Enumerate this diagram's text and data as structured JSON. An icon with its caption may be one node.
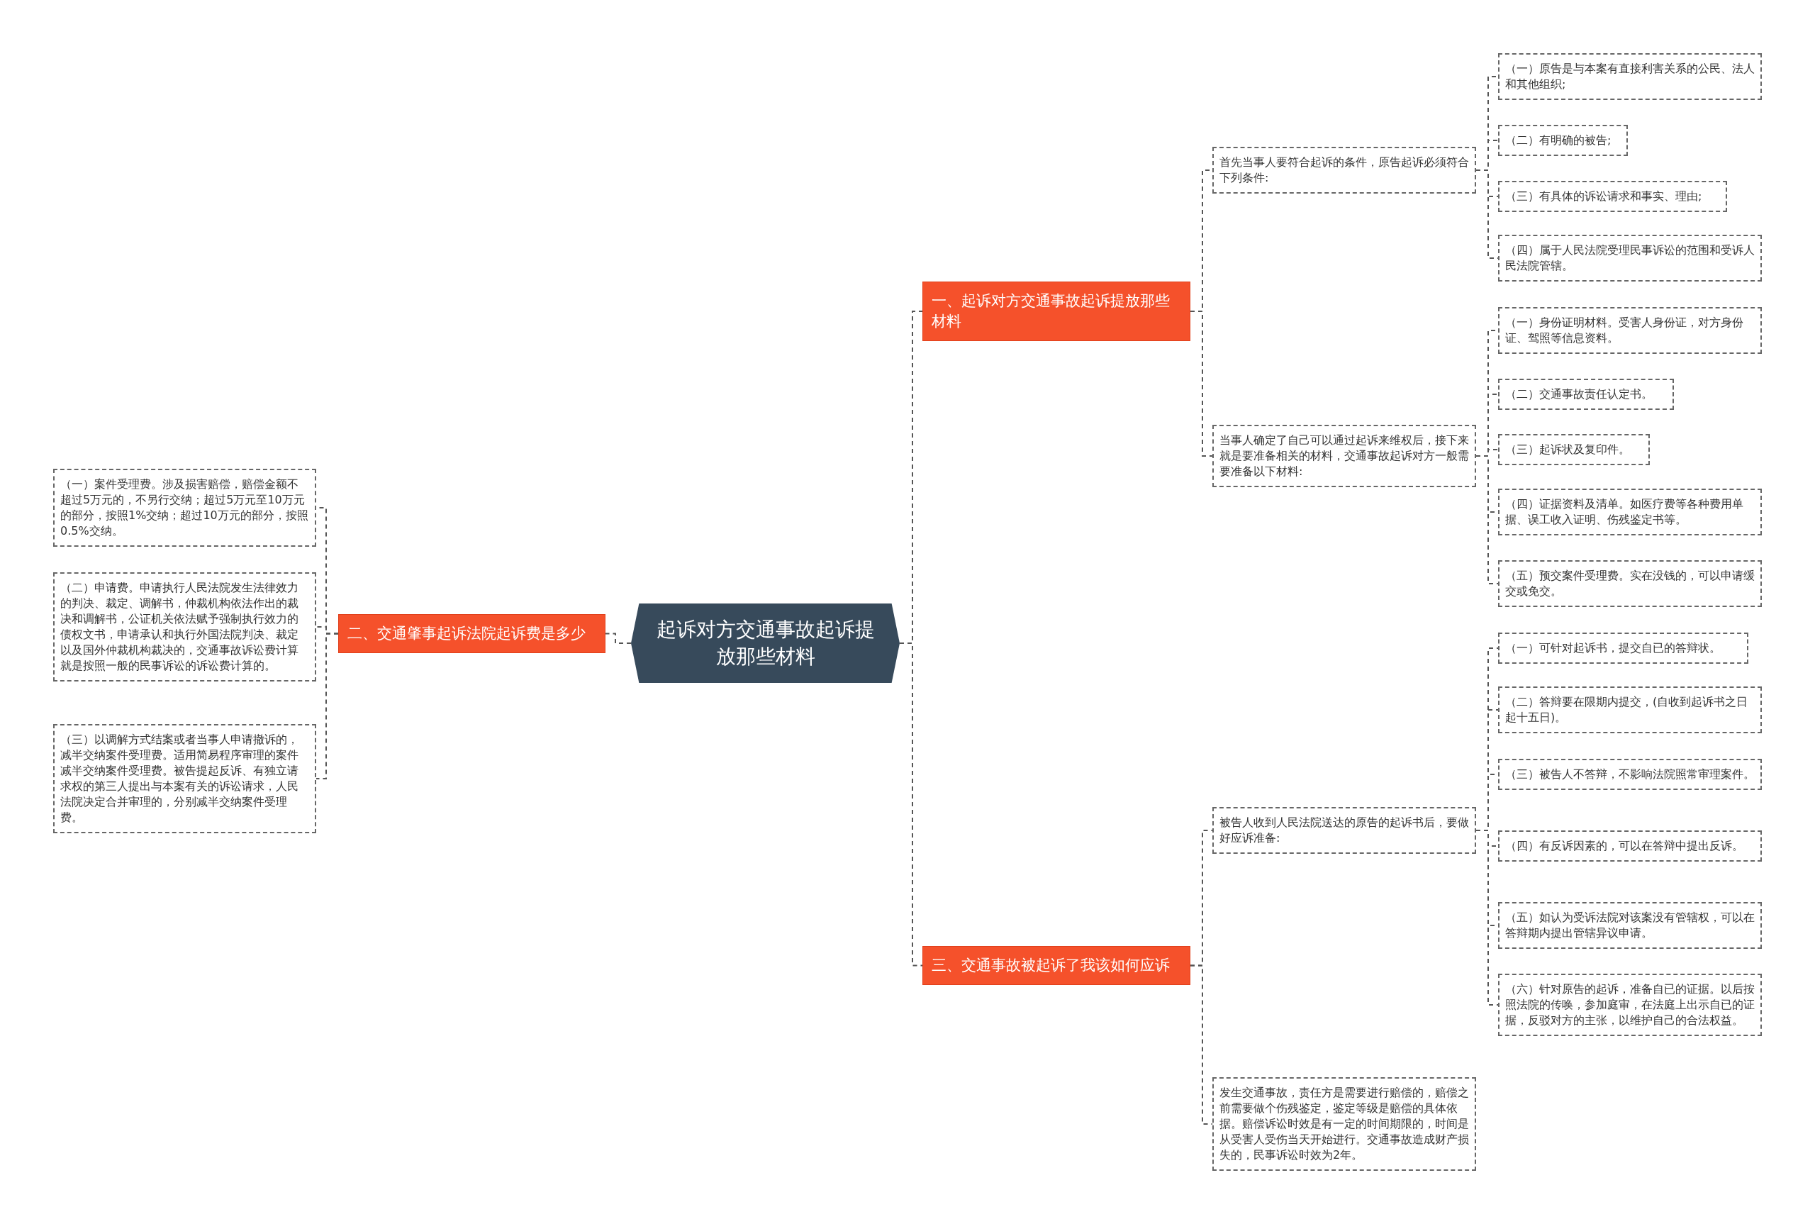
{
  "diagram": {
    "nodes": [
      {
        "text": [
          "起诉对方交通事故起诉提放那些材料"
        ]
      },
      {
        "text": [
          "一、起诉对方交通事故起诉提放那些材料"
        ]
      },
      {
        "text": [
          "首先当事人要符合起诉的条件，原告起诉必须符合下列条件:"
        ]
      },
      {
        "text": [
          "（一）原告是与本案有直接利害关系的公民、法人和其他组织;"
        ]
      },
      {
        "text": [
          "（二）有明确的被告;"
        ]
      },
      {
        "text": [
          "（三）有具体的诉讼请求和事实、理由;"
        ]
      },
      {
        "text": [
          "（四）属于人民法院受理民事诉讼的范围和受诉人民法院管辖。"
        ]
      },
      {
        "text": [
          "当事人确定了自己可以通过起诉来维权后，接下来就是要准备相关的材料，交通事故起诉对方一般需要准备以下材料:"
        ]
      },
      {
        "text": [
          "（一）身份证明材料。受害人身份证，对方身份证、驾照等信息资料。"
        ]
      },
      {
        "text": [
          "（二）交通事故责任认定书。"
        ]
      },
      {
        "text": [
          "（三）起诉状及复印件。"
        ]
      },
      {
        "text": [
          "（四）证据资料及清单。如医疗费等各种费用单据、误工收入证明、伤残鉴定书等。"
        ]
      },
      {
        "text": [
          "（五）预交案件受理费。实在没钱的，可以申请缓交或免交。"
        ]
      },
      {
        "text": [
          "三、交通事故被起诉了我该如何应诉"
        ]
      },
      {
        "text": [
          "被告人收到人民法院送达的原告的起诉书后，要做好应诉准备:"
        ]
      },
      {
        "text": [
          "（一）可针对起诉书，提交自已的答辩状。"
        ]
      },
      {
        "text": [
          "（二）答辩要在限期内提交，(自收到起诉书之日起十五日)。"
        ]
      },
      {
        "text": [
          "（三）被告人不答辩，不影响法院照常审理案件。"
        ]
      },
      {
        "text": [
          "（四）有反诉因素的，可以在答辩中提出反诉。"
        ]
      },
      {
        "text": [
          "（五）如认为受诉法院对该案没有管辖权，可以在答辩期内提出管辖异议申请。"
        ]
      },
      {
        "text": [
          "（六）针对原告的起诉，准备自已的证据。以后按照法院的传唤，参加庭审，在法庭上出示自已的证据，反驳对方的主张，以维护自己的合法权益。"
        ]
      },
      {
        "text": [
          "发生交通事故，责任方是需要进行赔偿的，赔偿之前需要做个伤残鉴定，鉴定等级是赔偿的具体依据。赔偿诉讼时效是有一定的时间期限的，时间是从受害人受伤当天开始进行。交通事故造成财产损失的，民事诉讼时效为2年。"
        ]
      },
      {
        "text": [
          "二、交通肇事起诉法院起诉费是多少"
        ]
      },
      {
        "text": [
          "（一）案件受理费。涉及损害赔偿，赔偿金额不超过5万元的，不另行交纳；超过5万元至10万元的部分，按照1%交纳；超过10万元的部分，按照0.5%交纳。"
        ]
      },
      {
        "text": [
          "（二）申请费。申请执行人民法院发生法律效力的判决、裁定、调解书，仲裁机构依法作出的裁决和调解书，公证机关依法赋予强制执行效力的债权文书，申请承认和执行外国法院判决、裁定以及国外仲裁机构裁决的，交通事故诉讼费计算就是按照一般的民事诉讼的诉讼费计算的。"
        ]
      },
      {
        "text": [
          "（三）以调解方式结案或者当事人申请撤诉的，减半交纳案件受理费。适用简易程序审理的案件减半交纳案件受理费。被告提起反诉、有独立请求权的第三人提出与本案有关的诉讼请求，人民法院决定合并审理的，分别减半交纳案件受理费。"
        ]
      }
    ],
    "edges": [
      {
        "from": 0,
        "to": 1,
        "arrow": "none",
        "style": "dashed"
      },
      {
        "from": 1,
        "to": 2,
        "arrow": "none",
        "style": "dashed"
      },
      {
        "from": 2,
        "to": 3,
        "arrow": "none",
        "style": "dashed"
      },
      {
        "from": 2,
        "to": 4,
        "arrow": "none",
        "style": "dashed"
      },
      {
        "from": 2,
        "to": 5,
        "arrow": "none",
        "style": "dashed"
      },
      {
        "from": 2,
        "to": 6,
        "arrow": "none",
        "style": "dashed"
      },
      {
        "from": 1,
        "to": 7,
        "arrow": "none",
        "style": "dashed"
      },
      {
        "from": 7,
        "to": 8,
        "arrow": "none",
        "style": "dashed"
      },
      {
        "from": 7,
        "to": 9,
        "arrow": "none",
        "style": "dashed"
      },
      {
        "from": 7,
        "to": 10,
        "arrow": "none",
        "style": "dashed"
      },
      {
        "from": 7,
        "to": 11,
        "arrow": "none",
        "style": "dashed"
      },
      {
        "from": 7,
        "to": 12,
        "arrow": "none",
        "style": "dashed"
      },
      {
        "from": 0,
        "to": 13,
        "arrow": "none",
        "style": "dashed"
      },
      {
        "from": 13,
        "to": 14,
        "arrow": "none",
        "style": "dashed"
      },
      {
        "from": 14,
        "to": 15,
        "arrow": "none",
        "style": "dashed"
      },
      {
        "from": 14,
        "to": 16,
        "arrow": "none",
        "style": "dashed"
      },
      {
        "from": 14,
        "to": 17,
        "arrow": "none",
        "style": "dashed"
      },
      {
        "from": 14,
        "to": 18,
        "arrow": "none",
        "style": "dashed"
      },
      {
        "from": 14,
        "to": 19,
        "arrow": "none",
        "style": "dashed"
      },
      {
        "from": 14,
        "to": 20,
        "arrow": "none",
        "style": "dashed"
      },
      {
        "from": 13,
        "to": 21,
        "arrow": "none",
        "style": "dashed"
      },
      {
        "from": 0,
        "to": 22,
        "arrow": "none",
        "style": "dashed"
      },
      {
        "from": 22,
        "to": 23,
        "arrow": "none",
        "style": "dashed"
      },
      {
        "from": 22,
        "to": 24,
        "arrow": "none",
        "style": "dashed"
      },
      {
        "from": 22,
        "to": 25,
        "arrow": "none",
        "style": "dashed"
      }
    ]
  }
}
